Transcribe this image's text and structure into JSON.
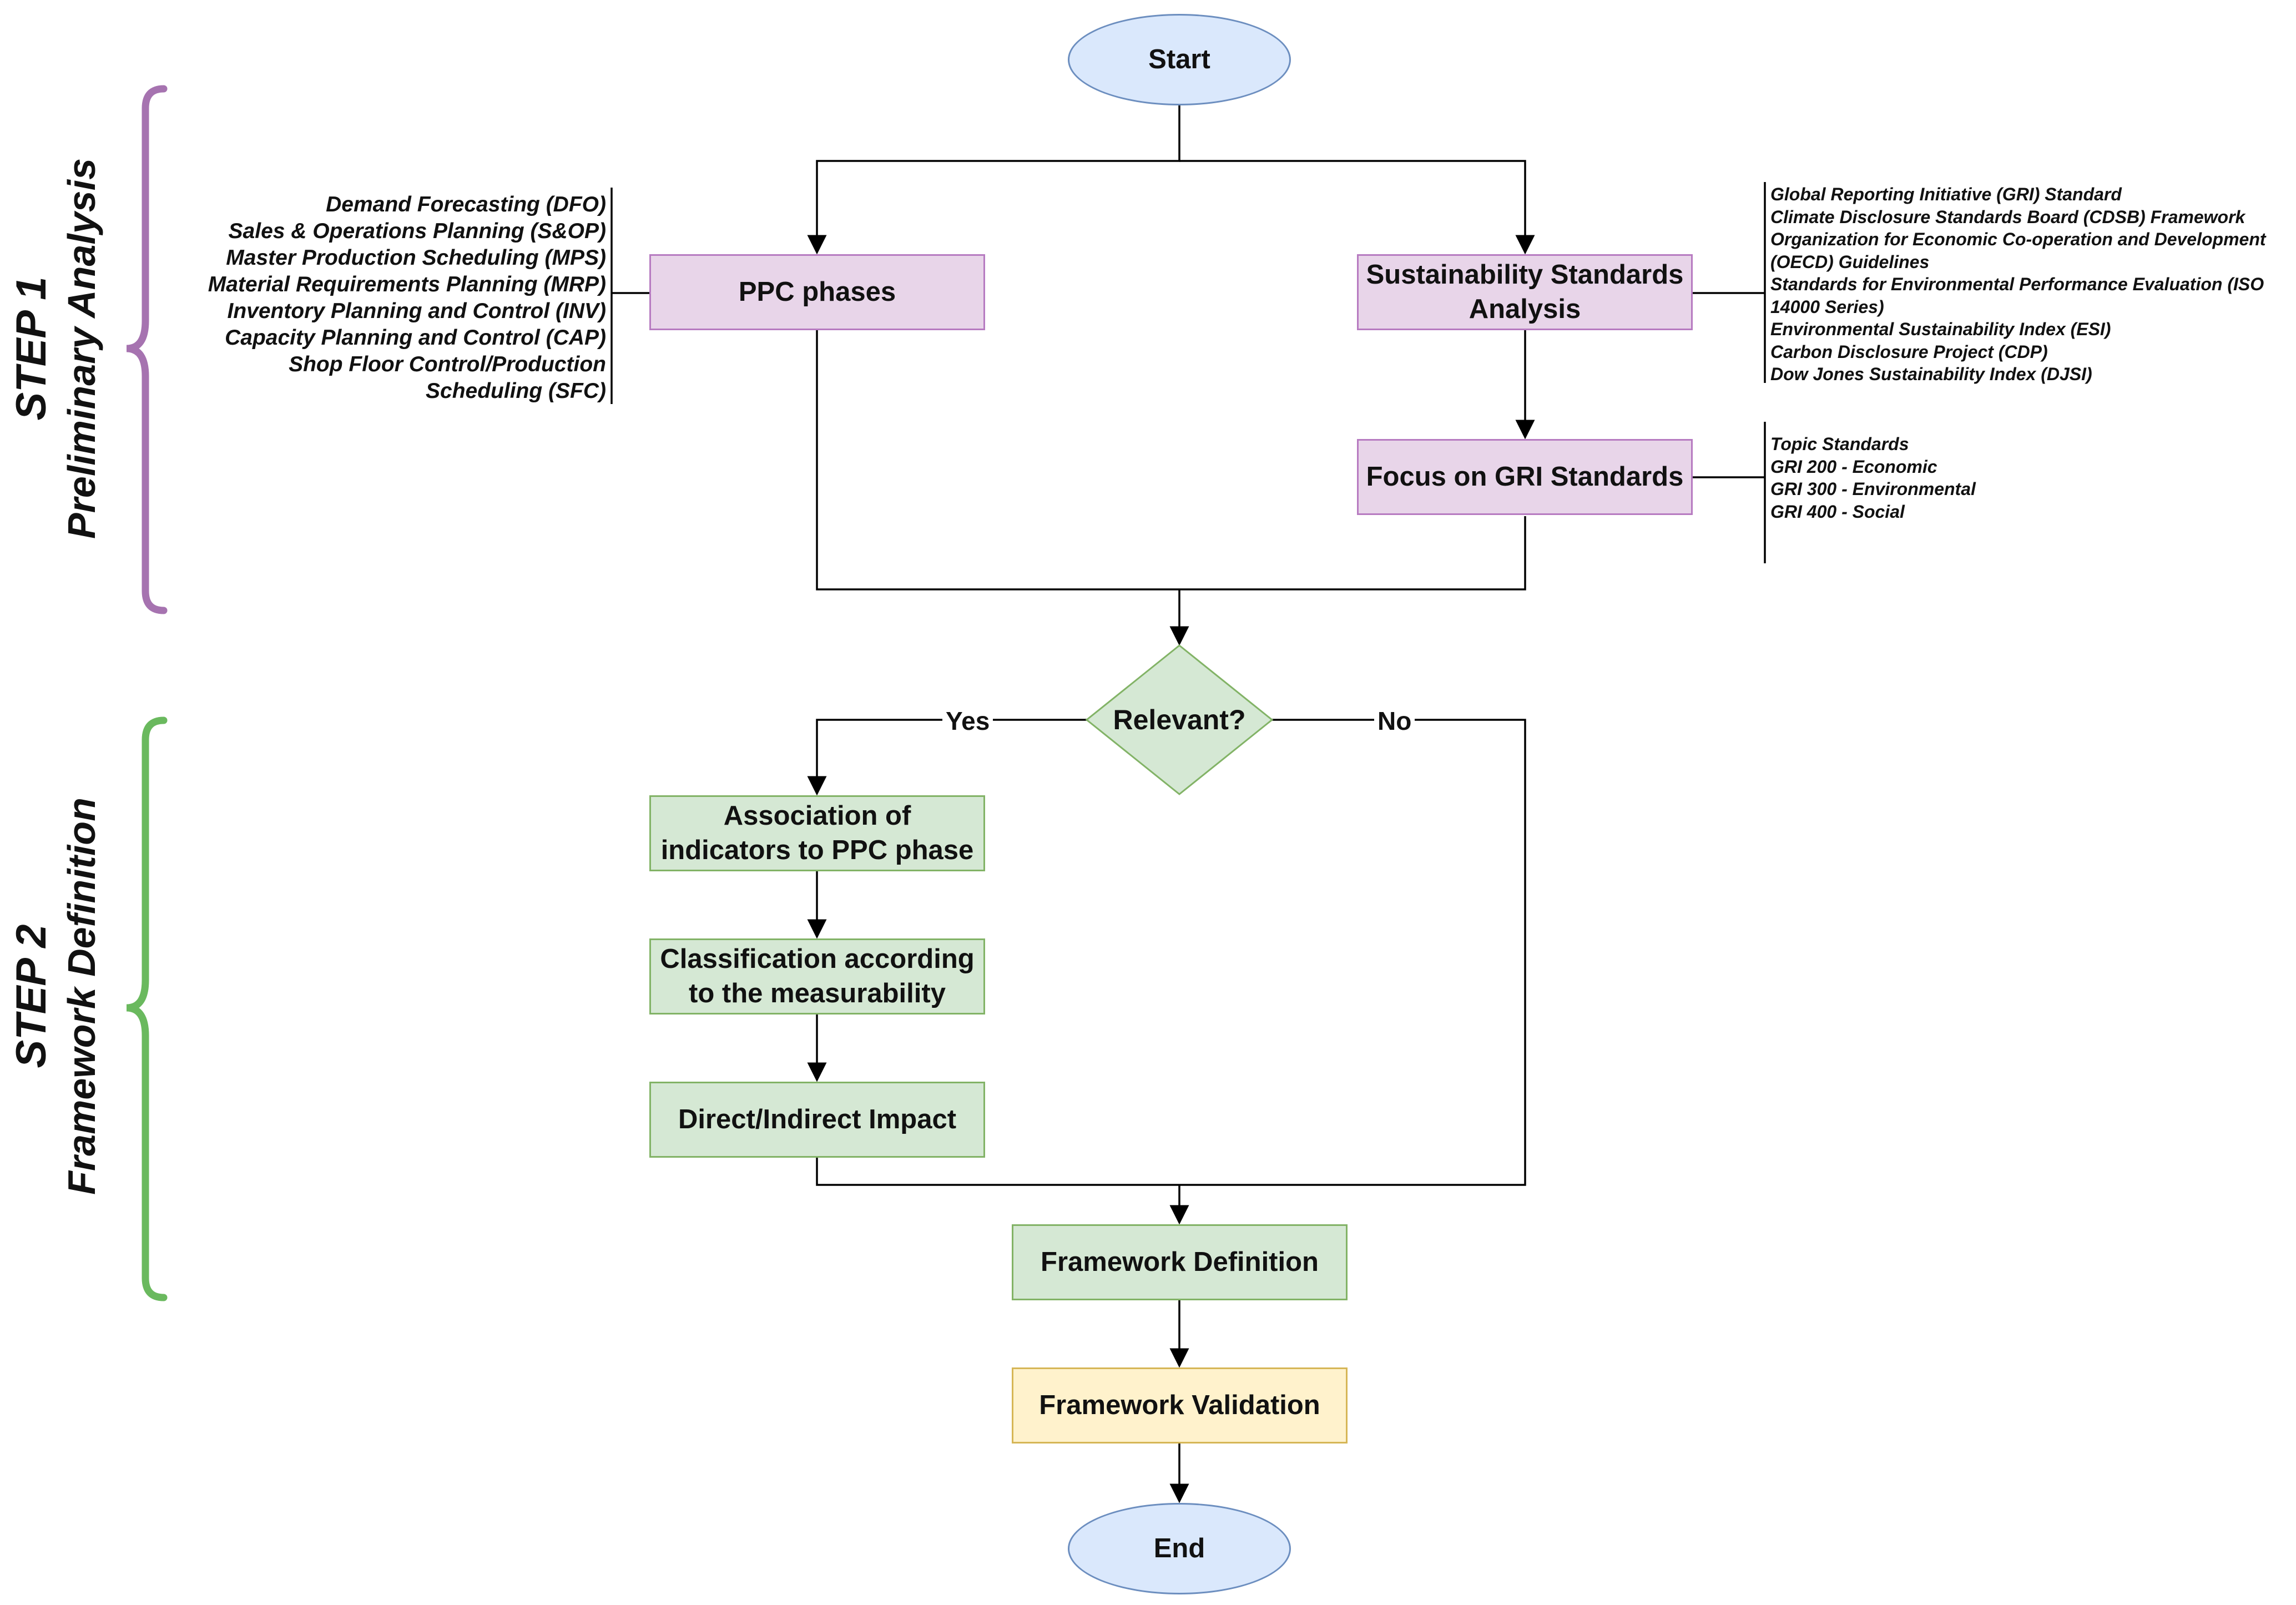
{
  "steps": [
    {
      "label": "STEP 1",
      "title": "Preliminary Analysis",
      "color": "#a673b0"
    },
    {
      "label": "STEP 2",
      "title": "Framework Definition",
      "color": "#6ab95e"
    }
  ],
  "nodes": {
    "start": "Start",
    "ppc_phases": "PPC phases",
    "sustainability_analysis": "Sustainability Standards\nAnalysis",
    "focus_gri": "Focus on GRI Standards",
    "relevant": "Relevant?",
    "association": "Association of\nindicators to PPC phase",
    "classification": "Classification according\nto the measurability",
    "impact": "Direct/Indirect Impact",
    "framework_definition": "Framework Definition",
    "framework_validation": "Framework Validation",
    "end": "End"
  },
  "edge_labels": {
    "yes": "Yes",
    "no": "No"
  },
  "ppc_list": [
    "Demand Forecasting (DFO)",
    "Sales & Operations Planning (S&OP)",
    "Master Production Scheduling (MPS)",
    "Material Requirements Planning (MRP)",
    "Inventory Planning and Control (INV)",
    "Capacity Planning and Control (CAP)",
    "Shop Floor Control/Production",
    "Scheduling (SFC)"
  ],
  "standards_list": [
    "Global Reporting Initiative (GRI) Standard",
    "Climate Disclosure Standards Board (CDSB) Framework",
    "Organization for Economic Co-operation and Development",
    "(OECD) Guidelines",
    "Standards for Environmental Performance Evaluation (ISO",
    "14000 Series)",
    "Environmental Sustainability Index (ESI)",
    "Carbon Disclosure Project (CDP)",
    "Dow Jones Sustainability Index (DJSI)"
  ],
  "gri_list": [
    "Topic Standards",
    "GRI 200 - Economic",
    "GRI 300  - Environmental",
    "GRI 400  - Social"
  ]
}
